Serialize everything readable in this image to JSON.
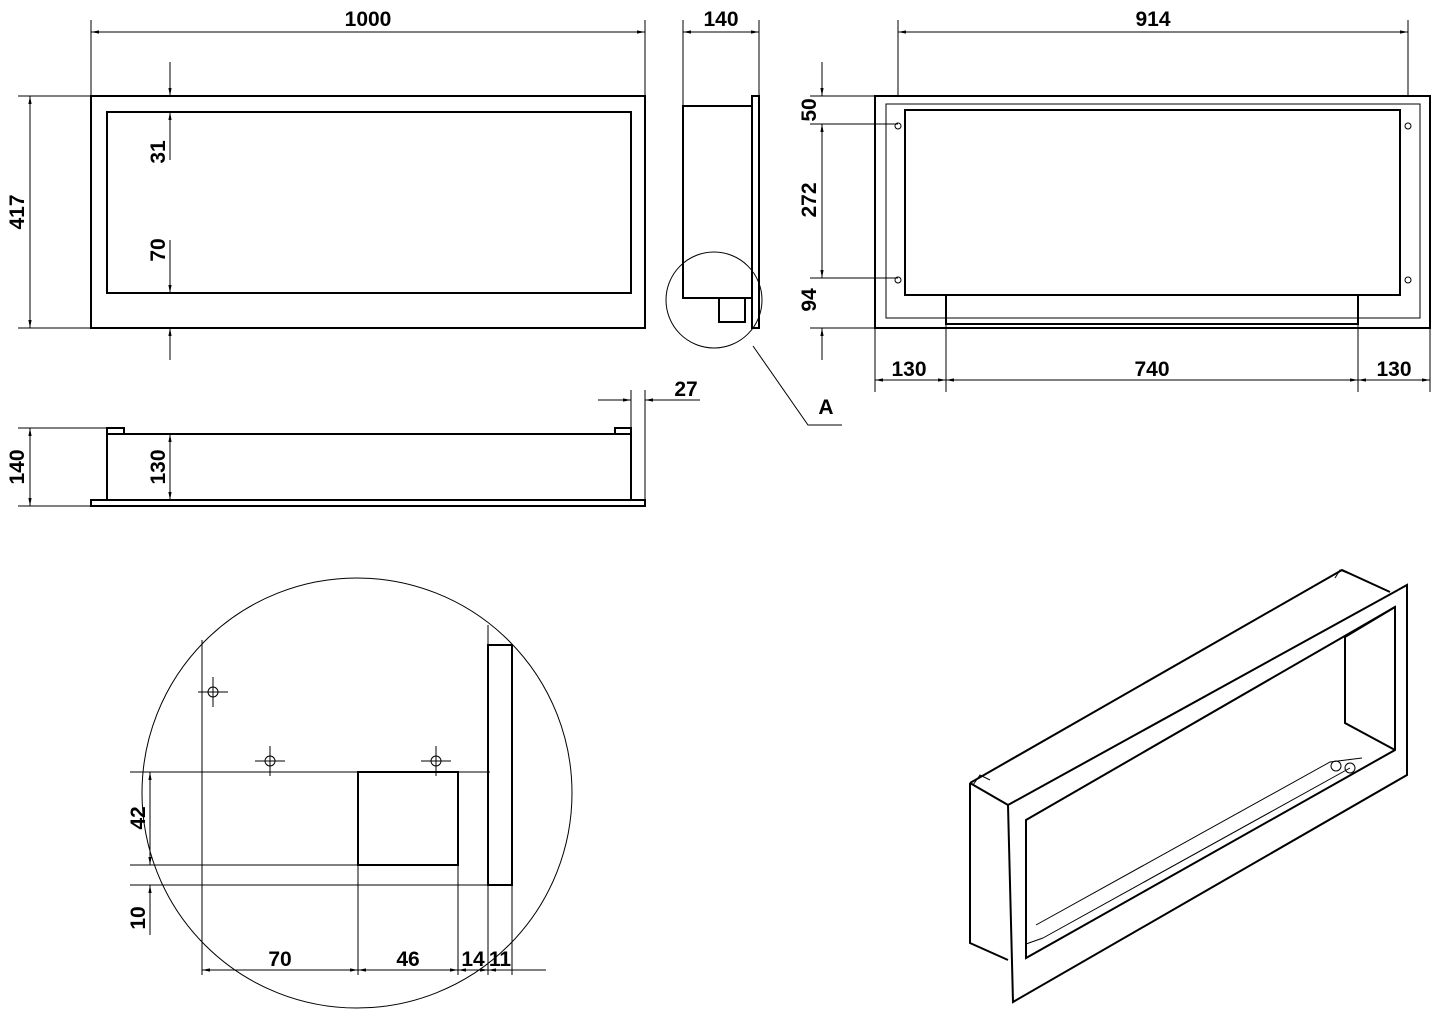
{
  "drawing": {
    "front_view": {
      "width": "1000",
      "height": "417",
      "top_offset": "31",
      "bottom_offset": "70"
    },
    "side_view": {
      "depth": "140",
      "detail_label": "A"
    },
    "back_view": {
      "width": "914",
      "top": "50",
      "mid": "272",
      "bottom": "94",
      "left": "130",
      "center": "740",
      "right": "130"
    },
    "bottom_view": {
      "height": "140",
      "inner": "130",
      "flange": "27"
    },
    "detail_a": {
      "h1": "42",
      "h2": "10",
      "w1": "70",
      "w2": "46",
      "w3": "14",
      "w4": "11"
    },
    "line_color": "#000000"
  }
}
